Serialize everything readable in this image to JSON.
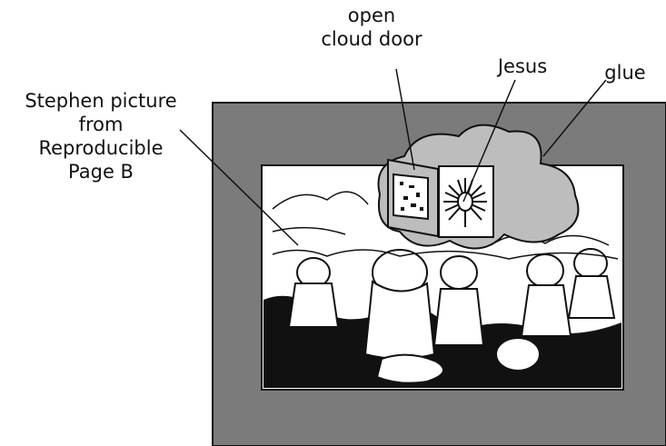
{
  "colors": {
    "mat": "#7b7b7b",
    "cloud": "#bdbdbd",
    "ink": "#111111",
    "paper": "#ffffff"
  },
  "labels": {
    "open_cloud_door": [
      "open",
      "cloud door"
    ],
    "jesus": "Jesus",
    "glue": "glue",
    "stephen_picture": [
      "Stephen picture",
      "from",
      "Reproducible",
      "Page B"
    ]
  }
}
